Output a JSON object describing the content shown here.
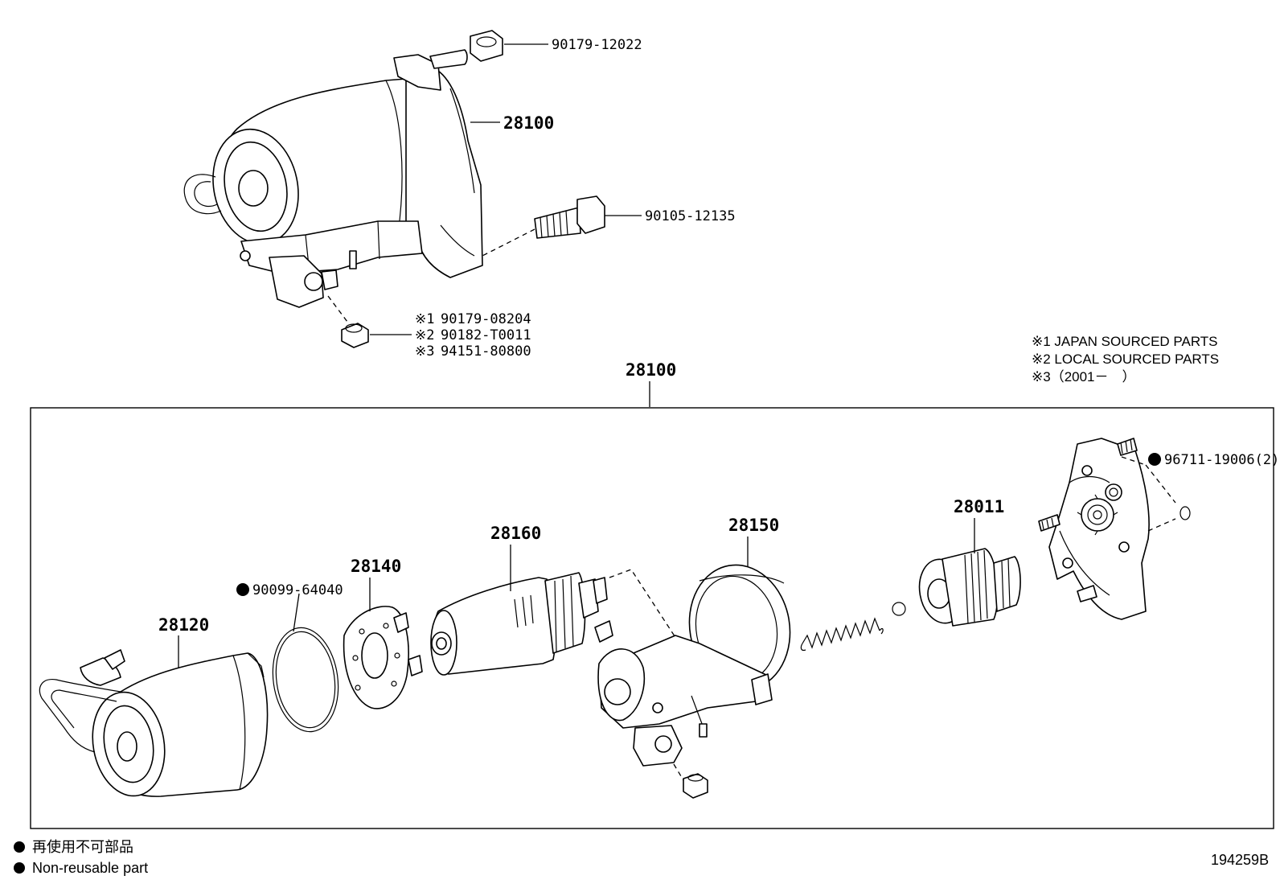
{
  "diagram": {
    "top_assembly": {
      "part_number": "28100",
      "nut_top": "90179-12022",
      "bolt": "90105-12135",
      "terminal_nut": [
        {
          "mark": "※1",
          "part": "90179-08204"
        },
        {
          "mark": "※2",
          "part": "90182-T0011"
        },
        {
          "mark": "※3",
          "part": "94151-80800"
        }
      ]
    },
    "notes": [
      "※1 JAPAN SOURCED PARTS",
      "※2 LOCAL SOURCED PARTS",
      "※3（2001－　）"
    ],
    "exploded": {
      "assembly_number": "28100",
      "parts": {
        "yoke": "28120",
        "o_ring": "90099-64040",
        "brush_holder": "28140",
        "armature": "28160",
        "magnetic_switch": "28150",
        "clutch": "28011",
        "housing_oring": "96711-19006(2)"
      }
    },
    "legend": {
      "jp": "再使用不可部品",
      "en": "Non-reusable part"
    },
    "figure_code": "194259B"
  }
}
